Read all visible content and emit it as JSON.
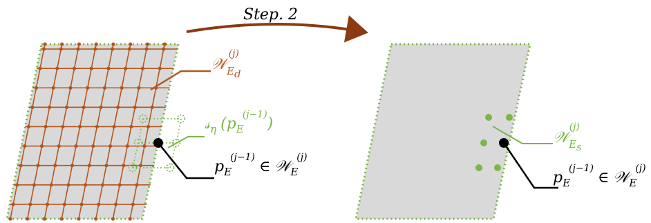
{
  "step_label": "Step. 2",
  "left_panel": {
    "label_w_ed": {
      "base": "𝒲",
      "sub": "E",
      "subsub": "d",
      "sup": "(j)"
    },
    "label_s_eta": {
      "base": "𝓈",
      "sub": "η",
      "arg_base": "p",
      "arg_sub": "E",
      "arg_sup": "(j−1)"
    },
    "label_point": {
      "base": "p",
      "sub": "E",
      "sup": "(j−1)",
      "relation": "∈",
      "set_base": "𝒲",
      "set_sub": "E",
      "set_sup": "(j)"
    }
  },
  "right_panel": {
    "label_w_es": {
      "base": "𝒲",
      "sub": "E",
      "subsub": "s",
      "sup": "(j)"
    },
    "label_point": {
      "base": "p",
      "sub": "E",
      "sup": "(j−1)",
      "relation": "∈",
      "set_base": "𝒲",
      "set_sub": "E",
      "set_sup": "(j)"
    }
  },
  "colors": {
    "panel_fill": "#d9d9d9",
    "panel_border": "#7ab648",
    "grid": "#b5561e",
    "green": "#7ab648",
    "arrow": "#8b3a12",
    "point": "#000000"
  }
}
